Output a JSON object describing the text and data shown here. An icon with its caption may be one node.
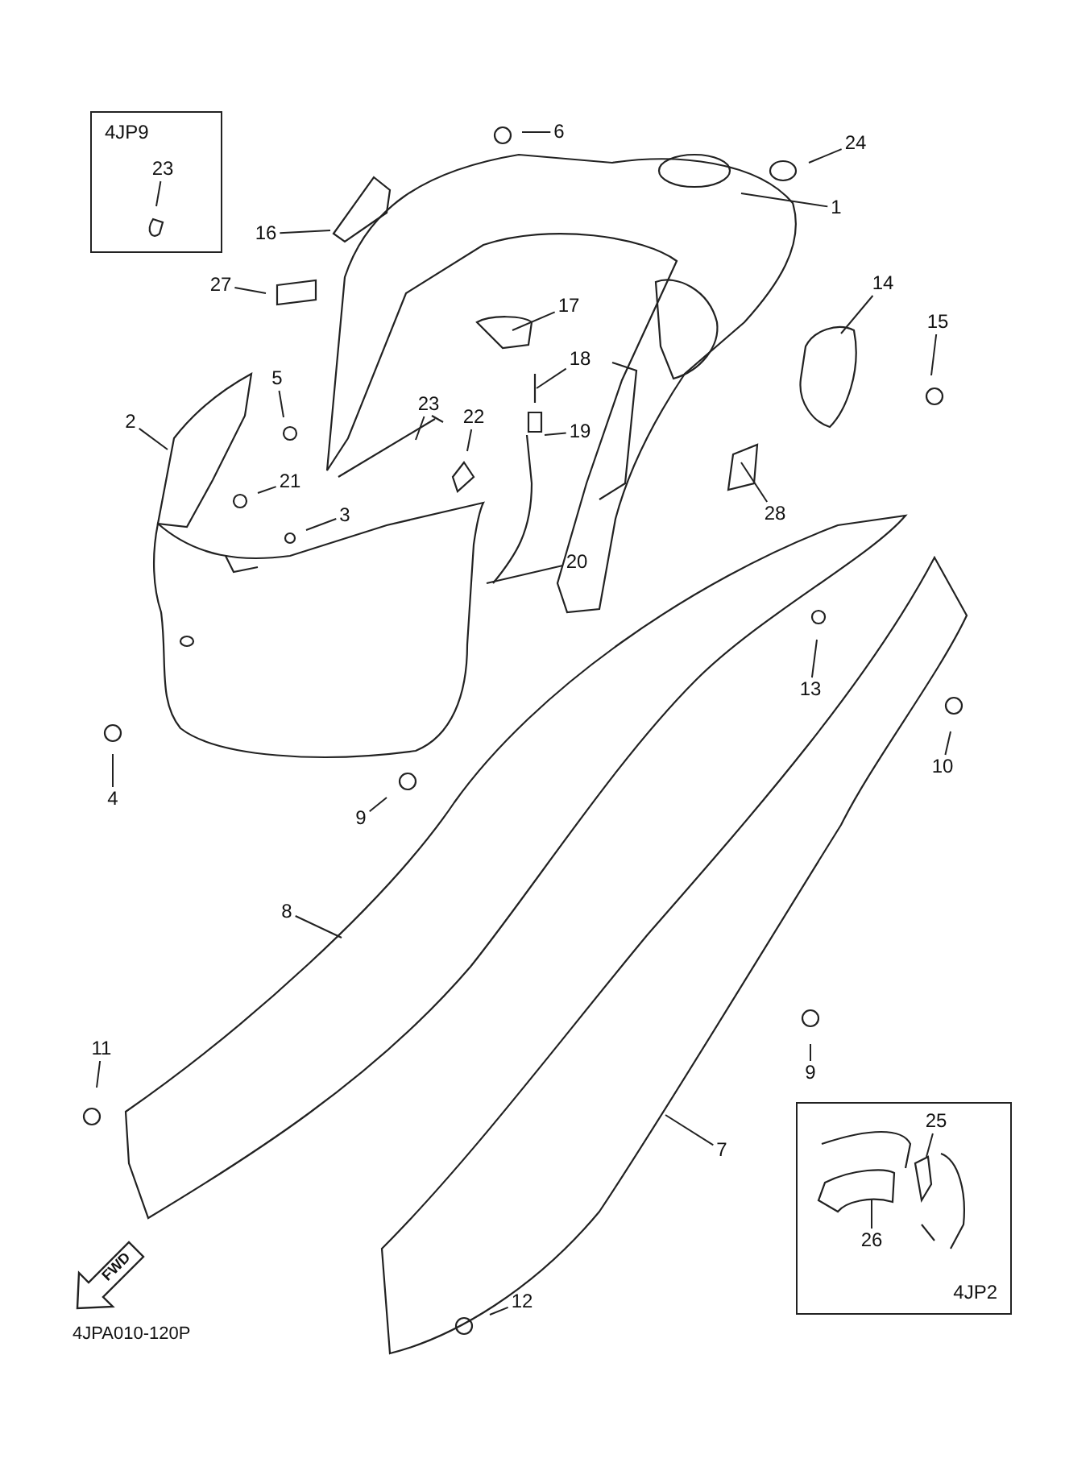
{
  "diagram": {
    "nodes": [
      {
        "text": [
          "4JP9"
        ]
      },
      {
        "text": [
          "23"
        ],
        "in": 0
      },
      {
        "text": [
          "6"
        ]
      },
      {
        "text": [
          "24"
        ]
      },
      {
        "text": [
          "1"
        ]
      },
      {
        "text": [
          "16"
        ]
      },
      {
        "text": [
          "27"
        ]
      },
      {
        "text": [
          "17"
        ]
      },
      {
        "text": [
          "14"
        ]
      },
      {
        "text": [
          "15"
        ]
      },
      {
        "text": [
          "18"
        ]
      },
      {
        "text": [
          "5"
        ]
      },
      {
        "text": [
          "2"
        ]
      },
      {
        "text": [
          "23"
        ]
      },
      {
        "text": [
          "22"
        ]
      },
      {
        "text": [
          "19"
        ]
      },
      {
        "text": [
          "21"
        ]
      },
      {
        "text": [
          "3"
        ]
      },
      {
        "text": [
          "28"
        ]
      },
      {
        "text": [
          "20"
        ]
      },
      {
        "text": [
          "13"
        ]
      },
      {
        "text": [
          "4"
        ]
      },
      {
        "text": [
          "10"
        ]
      },
      {
        "text": [
          "9"
        ]
      },
      {
        "text": [
          "8"
        ]
      },
      {
        "text": [
          "9"
        ]
      },
      {
        "text": [
          "11"
        ]
      },
      {
        "text": [
          "7"
        ]
      },
      {
        "text": [
          "4JP2"
        ]
      },
      {
        "text": [
          "25"
        ],
        "in": 28
      },
      {
        "text": [
          "26"
        ],
        "in": 28
      },
      {
        "text": [
          "FWD"
        ]
      },
      {
        "text": [
          "12"
        ]
      }
    ],
    "edges": [
      {
        "from": 1,
        "to": null,
        "arrow": "none"
      },
      {
        "from": 2,
        "to": null,
        "arrow": "none"
      },
      {
        "from": 3,
        "to": null,
        "arrow": "none"
      },
      {
        "from": 4,
        "to": null,
        "arrow": "none"
      },
      {
        "from": 5,
        "to": null,
        "arrow": "none"
      },
      {
        "from": 6,
        "to": null,
        "arrow": "none"
      },
      {
        "from": 7,
        "to": null,
        "arrow": "none"
      },
      {
        "from": 8,
        "to": null,
        "arrow": "none"
      },
      {
        "from": 9,
        "to": null,
        "arrow": "none"
      },
      {
        "from": 10,
        "to": null,
        "arrow": "none"
      },
      {
        "from": 11,
        "to": null,
        "arrow": "none"
      },
      {
        "from": 12,
        "to": null,
        "arrow": "none"
      },
      {
        "from": 13,
        "to": null,
        "arrow": "none"
      },
      {
        "from": 14,
        "to": null,
        "arrow": "none"
      },
      {
        "from": 15,
        "to": null,
        "arrow": "none"
      },
      {
        "from": 16,
        "to": null,
        "arrow": "none"
      },
      {
        "from": 17,
        "to": null,
        "arrow": "none"
      },
      {
        "from": 18,
        "to": null,
        "arrow": "none"
      },
      {
        "from": 19,
        "to": null,
        "arrow": "none"
      },
      {
        "from": 20,
        "to": null,
        "arrow": "none"
      },
      {
        "from": 21,
        "to": null,
        "arrow": "none"
      },
      {
        "from": 22,
        "to": null,
        "arrow": "none"
      },
      {
        "from": 23,
        "to": null,
        "arrow": "none"
      },
      {
        "from": 24,
        "to": null,
        "arrow": "none"
      },
      {
        "from": 25,
        "to": null,
        "arrow": "none"
      },
      {
        "from": 26,
        "to": null,
        "arrow": "none"
      },
      {
        "from": 27,
        "to": null,
        "arrow": "none"
      },
      {
        "from": 29,
        "to": null,
        "arrow": "none"
      },
      {
        "from": 30,
        "to": null,
        "arrow": "none"
      },
      {
        "from": 32,
        "to": null,
        "arrow": "none"
      }
    ],
    "labels": [
      "4JPA010-120P"
    ]
  }
}
